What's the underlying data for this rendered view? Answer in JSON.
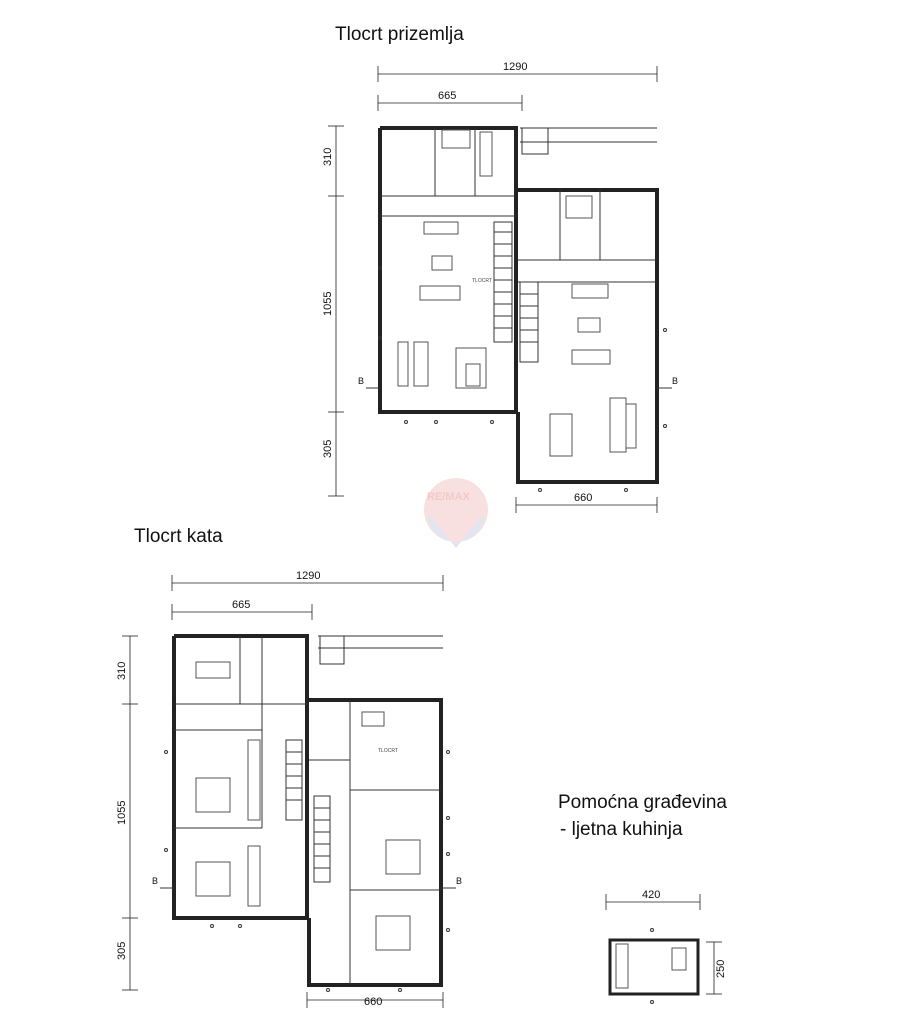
{
  "titles": {
    "ground_floor": "Tlocrt prizemlja",
    "upper_floor": "Tlocrt kata",
    "auxiliary_line1": "Pomoćna građevina",
    "auxiliary_line2": "- ljetna kuhinja"
  },
  "ground_plan": {
    "dim_total_width": "1290",
    "dim_left_width": "665",
    "dim_right_width": "660",
    "dim_height_top": "310",
    "dim_height_main": "1055",
    "dim_height_bottom": "305",
    "section_left": "B",
    "section_right": "B",
    "north_label": "TLOCRT"
  },
  "upper_plan": {
    "dim_total_width": "1290",
    "dim_left_width": "665",
    "dim_right_width": "660",
    "dim_height_top": "310",
    "dim_height_main": "1055",
    "dim_height_bottom": "305",
    "section_left": "B",
    "section_right": "B",
    "north_label": "TLOCRT"
  },
  "auxiliary_plan": {
    "dim_width": "420",
    "dim_height": "250"
  },
  "watermark": {
    "text": "RE/MAX",
    "color": "#e8a0a0"
  }
}
